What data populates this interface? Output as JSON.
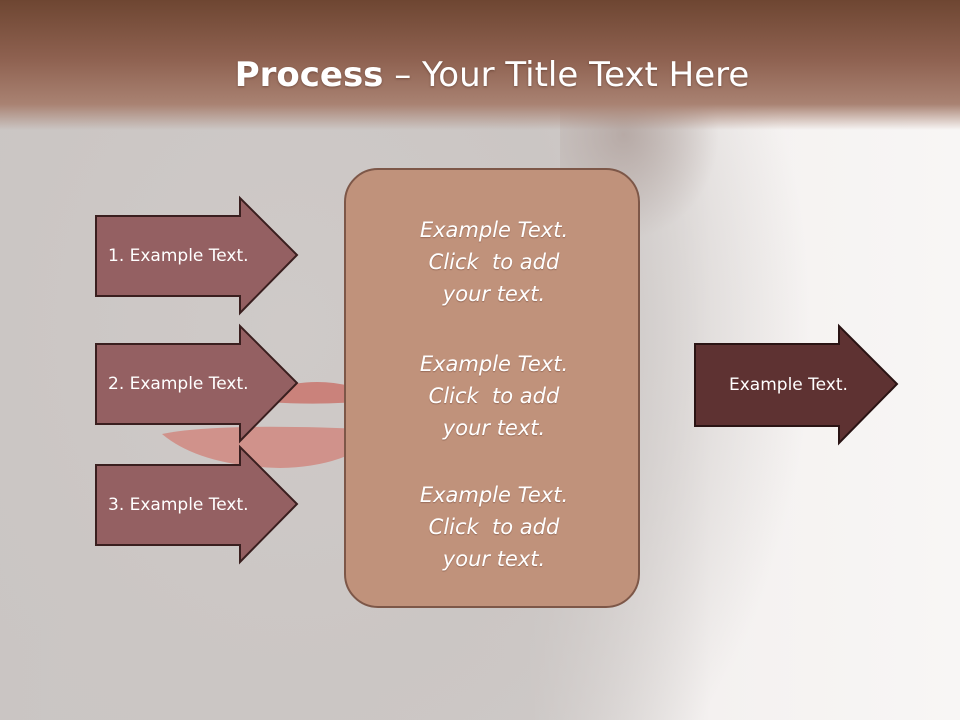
{
  "slide": {
    "title_bold": "Process",
    "title_rest": " – Your Title Text Here",
    "left_arrows": [
      {
        "label": "1. Example Text."
      },
      {
        "label": "2. Example Text."
      },
      {
        "label": "3. Example Text."
      }
    ],
    "center_items": [
      {
        "text": "Example Text.\nClick  to add\nyour text."
      },
      {
        "text": "Example Text.\nClick  to add\nyour text."
      },
      {
        "text": "Example Text.\nClick  to add\nyour text."
      }
    ],
    "right_arrow": {
      "label": "Example Text."
    }
  },
  "colors": {
    "title_bar": "#8e6150",
    "left_arrow_fill": "#946062",
    "right_arrow_fill": "#5e3232",
    "center_box_fill": "#c0927b",
    "outline": "#3a1f1f"
  }
}
